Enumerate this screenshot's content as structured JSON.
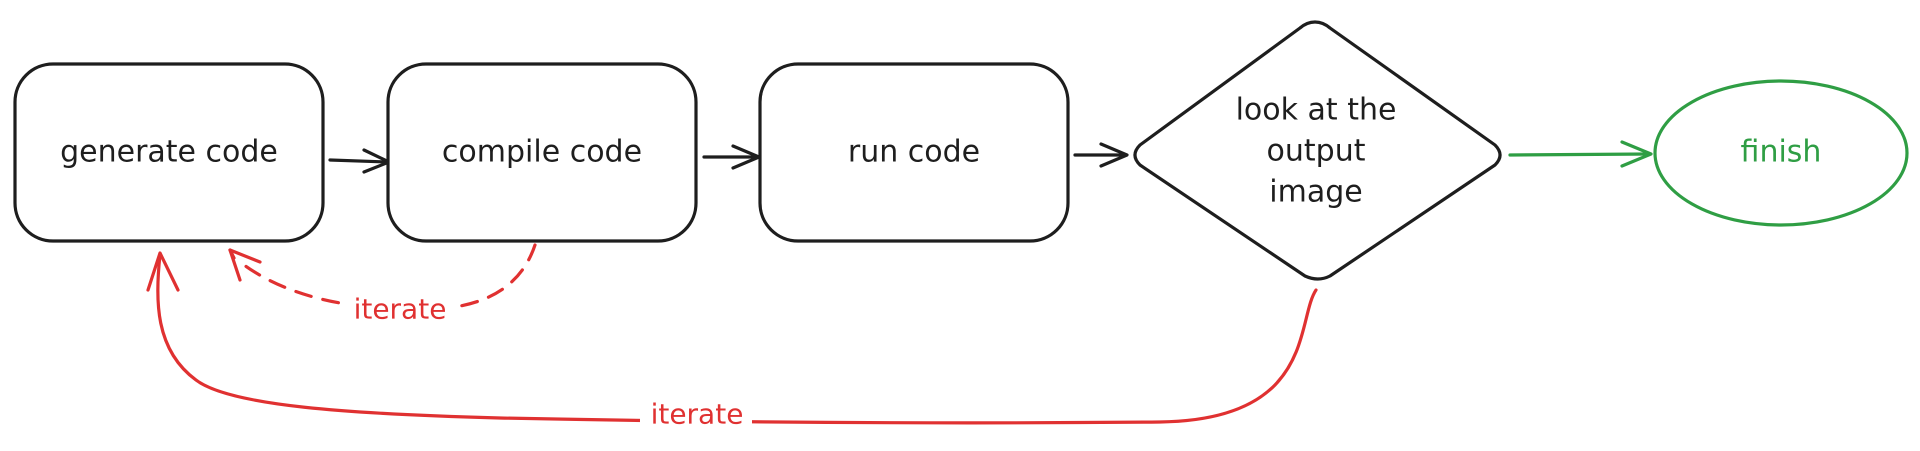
{
  "colors": {
    "stroke": "#1e1e1e",
    "text": "#1e1e1e",
    "iterate": "#e03131",
    "finish": "#2f9e44"
  },
  "nodes": {
    "generate": {
      "label": "generate code",
      "shape": "rounded-rectangle"
    },
    "compile": {
      "label": "compile code",
      "shape": "rounded-rectangle"
    },
    "run": {
      "label": "run code",
      "shape": "rounded-rectangle"
    },
    "look": {
      "lines": [
        "look at the",
        "output",
        "image"
      ],
      "shape": "diamond"
    },
    "finish": {
      "label": "finish",
      "shape": "ellipse"
    }
  },
  "edges": {
    "generate_to_compile": {
      "from": "generate code",
      "to": "compile code"
    },
    "compile_to_run": {
      "from": "compile code",
      "to": "run code"
    },
    "run_to_look": {
      "from": "run code",
      "to": "look at the output image"
    },
    "look_to_finish": {
      "from": "look at the output image",
      "to": "finish"
    },
    "compile_iterate": {
      "from": "compile code",
      "to": "generate code",
      "label": "iterate",
      "style": "dashed"
    },
    "look_iterate": {
      "from": "look at the output image",
      "to": "generate code",
      "label": "iterate",
      "style": "solid"
    }
  }
}
